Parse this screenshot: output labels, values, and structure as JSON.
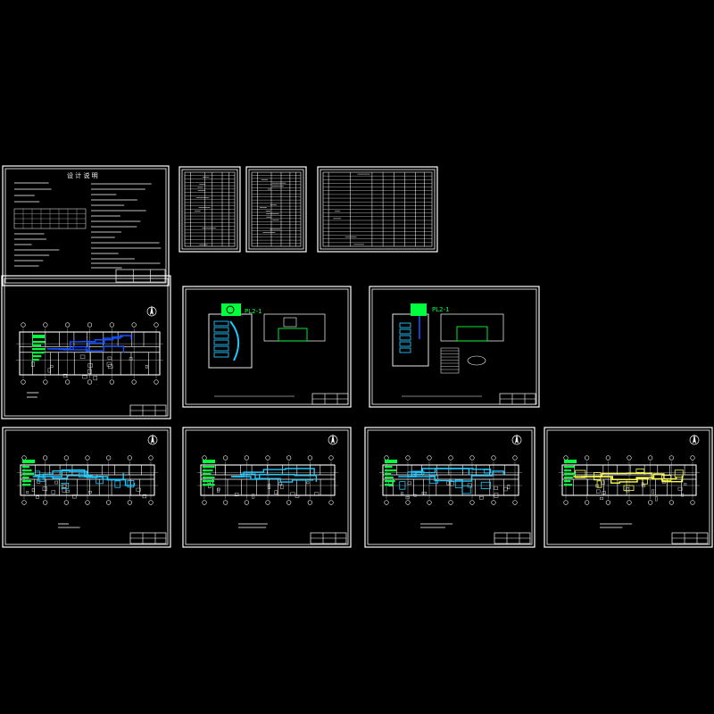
{
  "viewer": {
    "background": "#000000",
    "sheet_border_color": "#ffffff",
    "green": "#00ff3c",
    "cyan": "#1ec8ff",
    "blue": "#1450ff",
    "yellow": "#ffff50"
  },
  "sheets": {
    "notes": {
      "title": "设 计 说 明"
    },
    "section_1": {
      "label": "PL2-1"
    },
    "section_2": {
      "label": "PL2-1"
    }
  }
}
